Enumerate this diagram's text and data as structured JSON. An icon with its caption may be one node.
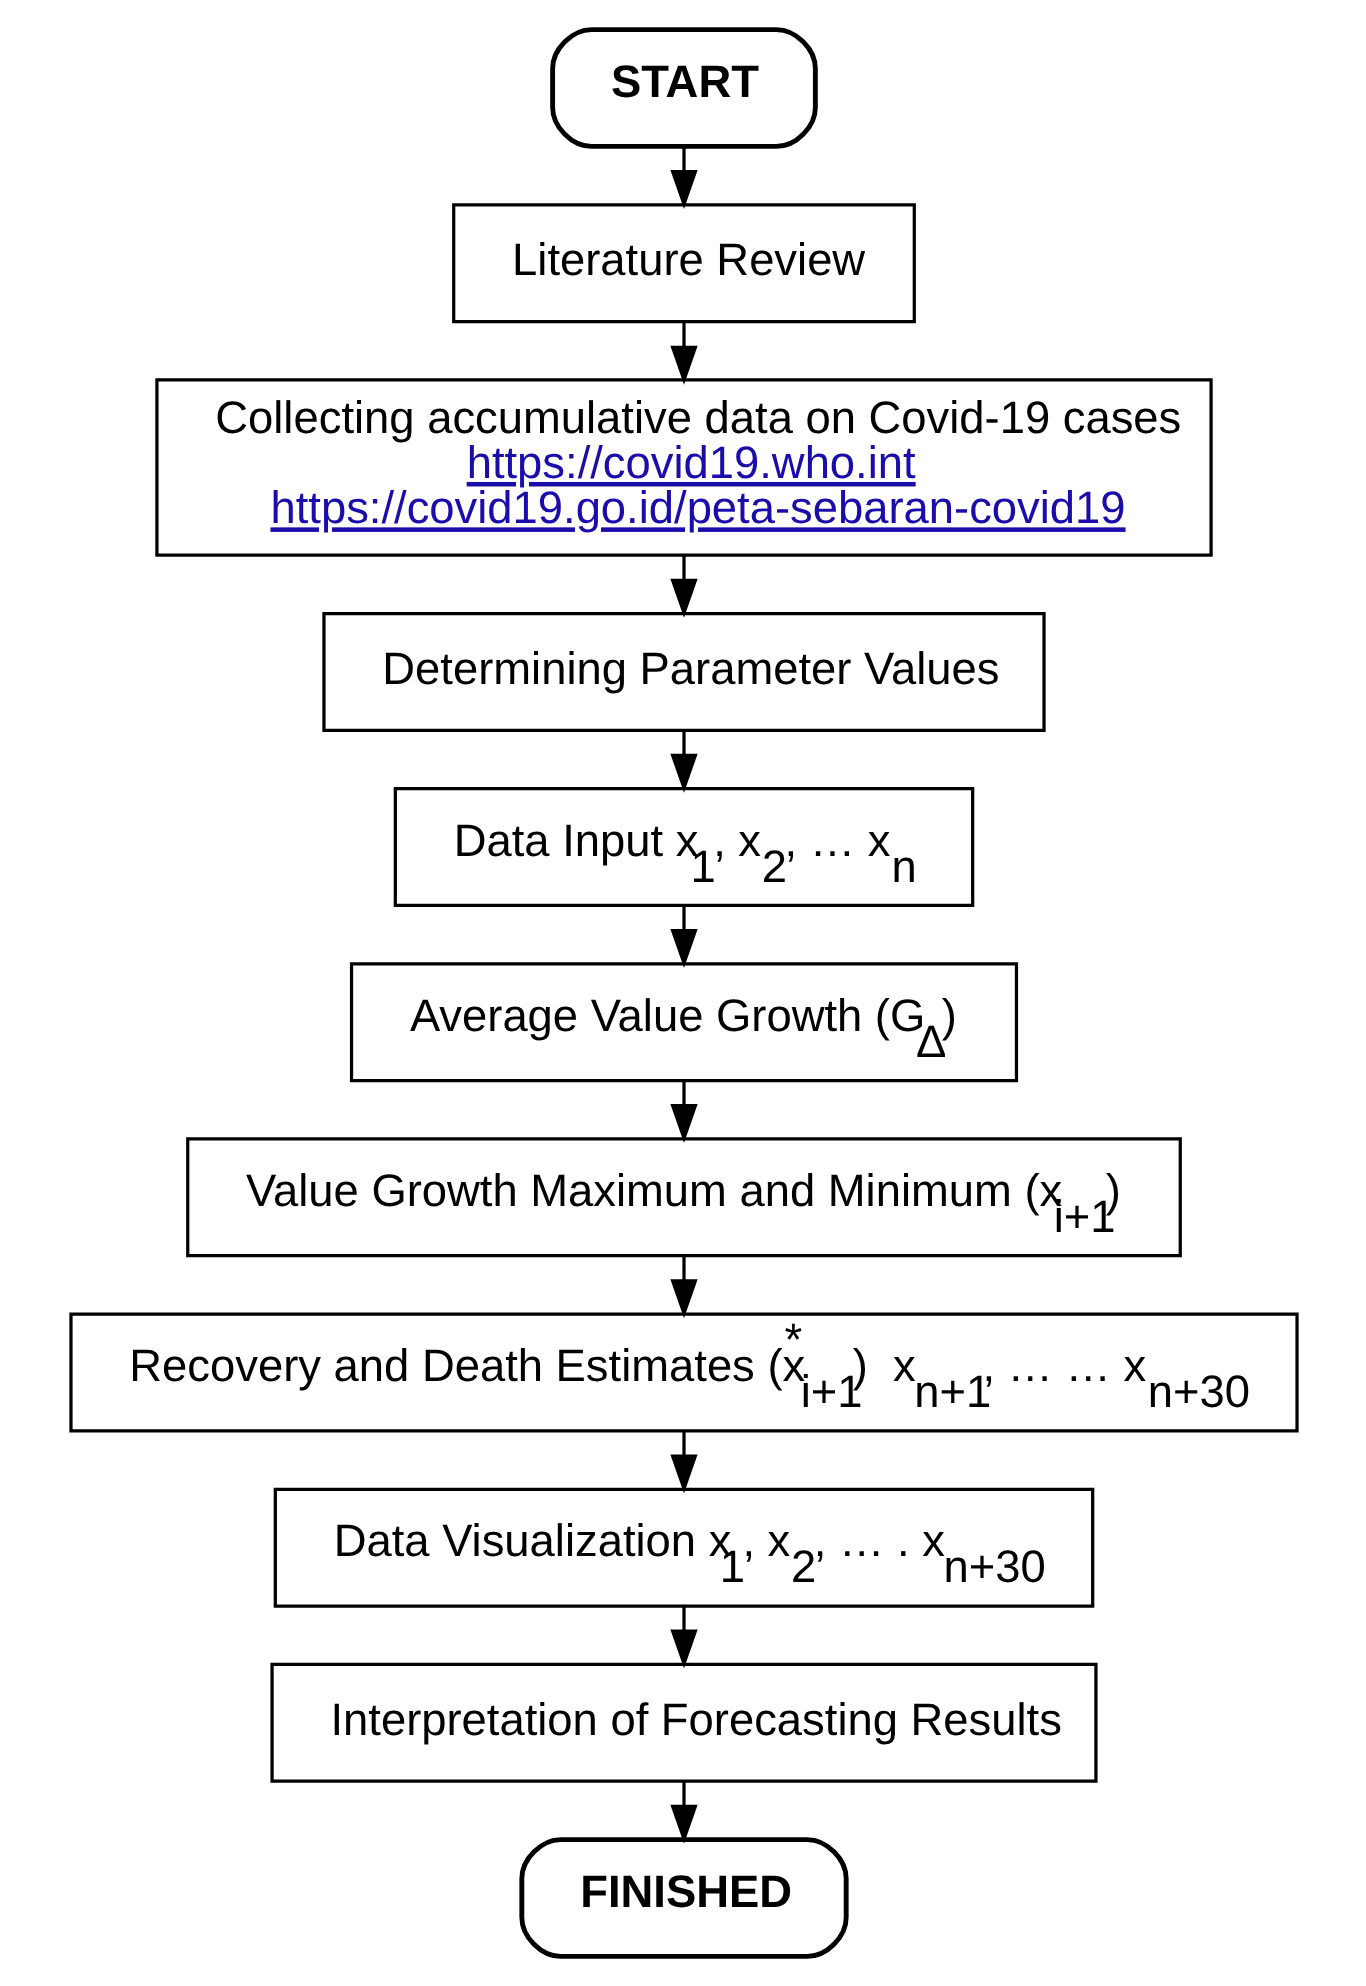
{
  "diagram": {
    "nodes": [
      {
        "text": [
          "START"
        ]
      },
      {
        "text": [
          "Literature Review"
        ]
      },
      {
        "text": [
          "Collecting accumulative data on Covid-19 cases",
          "https://covid19.who.int",
          "https://covid19.go.id/peta-sebaran-covid19"
        ]
      },
      {
        "text": [
          "Determining Parameter Values"
        ]
      },
      {
        "text": [
          "Data Input x$_{1}$, x$_{2}$, … x$_{n}$"
        ]
      },
      {
        "text": [
          "Average Value Growth (G$_{Δ}$)"
        ]
      },
      {
        "text": [
          "Value Growth Maximum and Minimum (x$_{i+1}$)"
        ]
      },
      {
        "text": [
          "Recovery and Death Estimates (x$^{*}$$_{i+1}$)  x$_{n+1}$, … … x$_{n+30}$"
        ]
      },
      {
        "text": [
          "Data Visualization x$_{1}$, x$_{2}$, … . x$_{n+30}$"
        ]
      },
      {
        "text": [
          "Interpretation of Forecasting Results"
        ]
      },
      {
        "text": [
          "FINISHED"
        ]
      }
    ],
    "edges": [
      {
        "from": 0,
        "to": 1,
        "arrow": "to"
      },
      {
        "from": 1,
        "to": 2,
        "arrow": "to"
      },
      {
        "from": 2,
        "to": 3,
        "arrow": "to"
      },
      {
        "from": 3,
        "to": 4,
        "arrow": "to"
      },
      {
        "from": 4,
        "to": 5,
        "arrow": "to"
      },
      {
        "from": 5,
        "to": 6,
        "arrow": "to"
      },
      {
        "from": 6,
        "to": 7,
        "arrow": "to"
      },
      {
        "from": 7,
        "to": 8,
        "arrow": "to"
      },
      {
        "from": 8,
        "to": 9,
        "arrow": "to"
      },
      {
        "from": 9,
        "to": 10,
        "arrow": "to"
      }
    ]
  }
}
